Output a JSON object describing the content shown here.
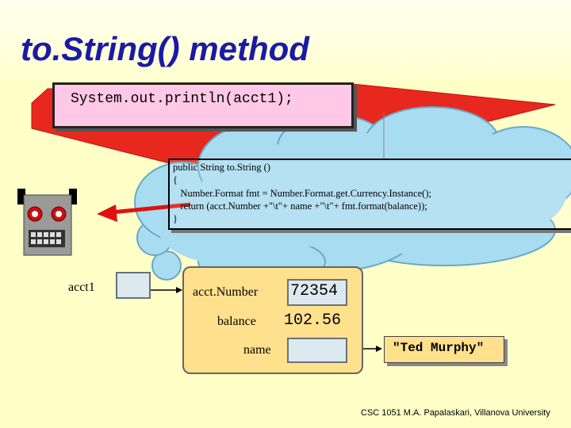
{
  "slide": {
    "title": "to.String() method",
    "call_line": "System.out.println(acct1);",
    "code": {
      "line1": "public String to.String ()",
      "line2": "{",
      "line3": "   Number.Format fmt = Number.Format.get.Currency.Instance();",
      "line4": "   return (acct.Number +\"\\t\"+ name +\"\\t\"+ fmt.format(balance));",
      "line5": "}"
    },
    "variable_label": "acct1",
    "object": {
      "acct_number_label": "acct.Number",
      "acct_number_value": "72354",
      "balance_label": "balance",
      "balance_value": "102.56",
      "name_label": "name"
    },
    "string_value": "\"Ted Murphy\"",
    "footer": "CSC 1051 M.A. Papalaskari, Villanova University"
  },
  "colors": {
    "title": "#1a1aa6",
    "callout_red": "#e8281e",
    "cloud": "#a8dcf0",
    "println_bg": "#ffc8e6",
    "object_bg": "#ffe08c",
    "arrow_red": "#e01010",
    "robot": "#9a9a9a"
  },
  "icons": {
    "robot": "robot-icon",
    "red_arrow": "arrow-left-icon",
    "pointer_arrow": "arrow-right-icon"
  }
}
